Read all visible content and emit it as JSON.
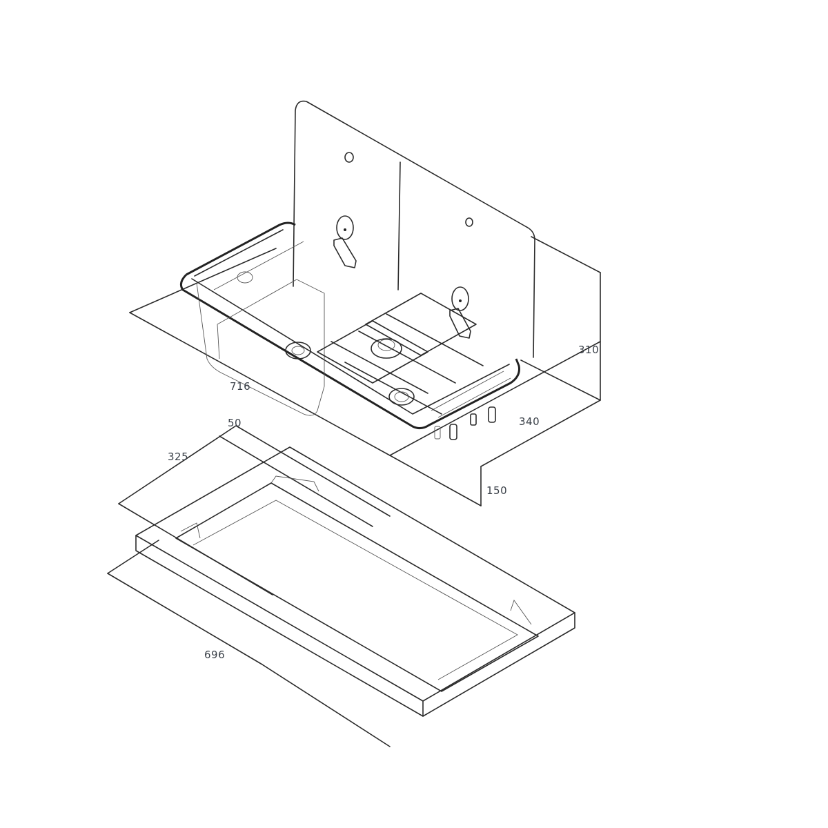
{
  "figure": {
    "subject": "sink and two-burner hob combination unit with glass lid, shown above its cut-out frame",
    "dimensions": {
      "unit_length": "716",
      "unit_depth": "340",
      "lid_height": "310",
      "below_counter_depth": "150",
      "frame_border": "50",
      "cutout_depth": "325",
      "cutout_length": "696"
    }
  }
}
